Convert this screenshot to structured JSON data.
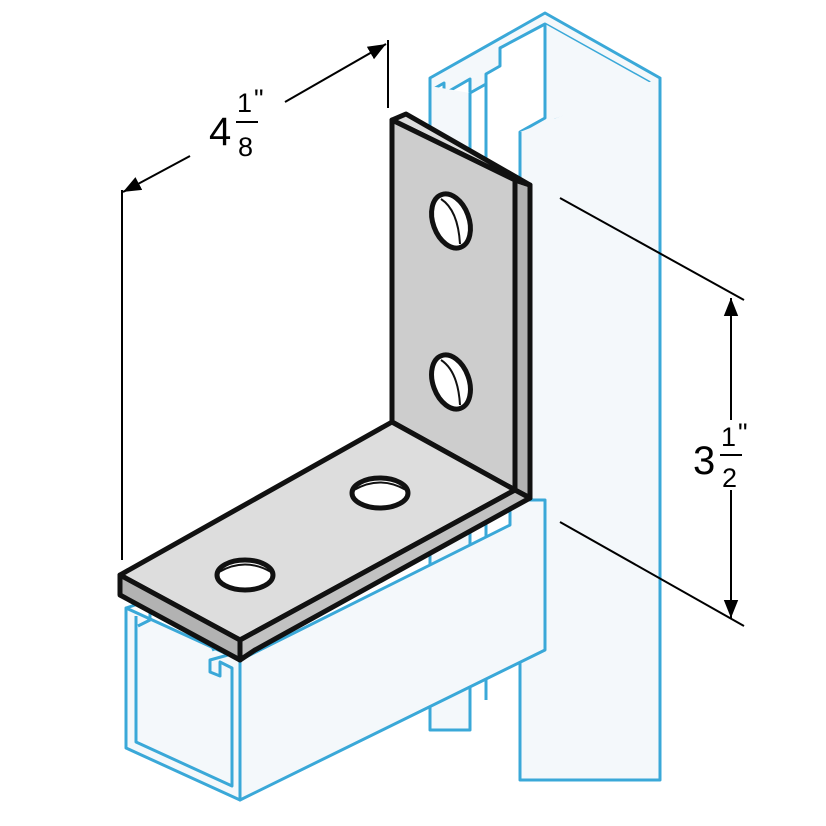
{
  "colors": {
    "channel_stroke": "#3aa8d8",
    "channel_fill": "#f4f8fb",
    "bracket_face": "#cdcdcd",
    "bracket_top": "#dddddd",
    "bracket_edge": "#b2b2b2",
    "bracket_outline": "#111111",
    "dimension_line": "#000000"
  },
  "dimensions": {
    "width": {
      "whole": "4",
      "numerator": "1",
      "inch": "\"",
      "denominator": "8"
    },
    "height": {
      "whole": "3",
      "numerator": "1",
      "inch": "\"",
      "denominator": "2"
    }
  },
  "bracket": {
    "holes_vertical_leg": 2,
    "holes_horizontal_leg": 2
  }
}
